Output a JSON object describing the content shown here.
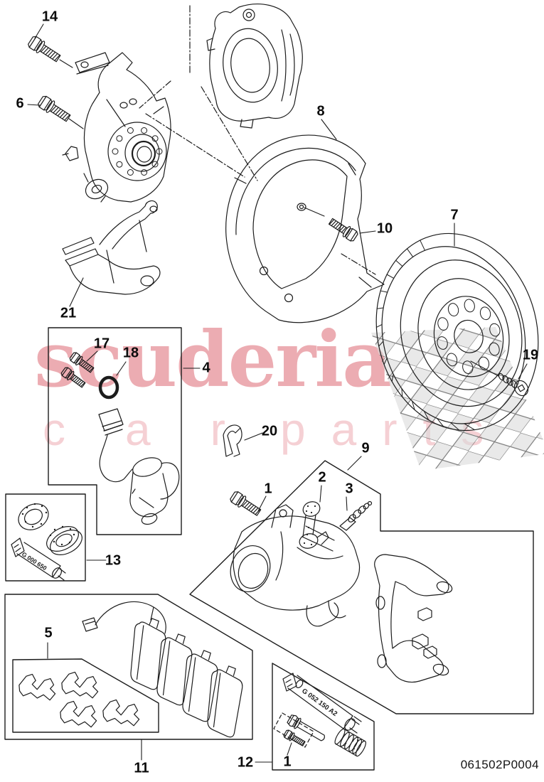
{
  "watermark": {
    "word": "scuderia",
    "sub_left": "car",
    "sub_right": "parts",
    "word_color": "#ecacb2",
    "sub_color": "#f5d0d4",
    "checker_color": "#d9d9d9"
  },
  "drawing_code": "061502P0004",
  "part_labels": {
    "small_tube": "G 000 650",
    "large_tube": "G 052 150 A2"
  },
  "callouts": {
    "c1a": "1",
    "c1b": "1",
    "c2": "2",
    "c3": "3",
    "c4": "4",
    "c5": "5",
    "c6": "6",
    "c7": "7",
    "c8": "8",
    "c9": "9",
    "c10": "10",
    "c11": "11",
    "c12": "12",
    "c13": "13",
    "c14": "14",
    "c17": "17",
    "c18": "18",
    "c19": "19",
    "c20": "20",
    "c21": "21"
  }
}
